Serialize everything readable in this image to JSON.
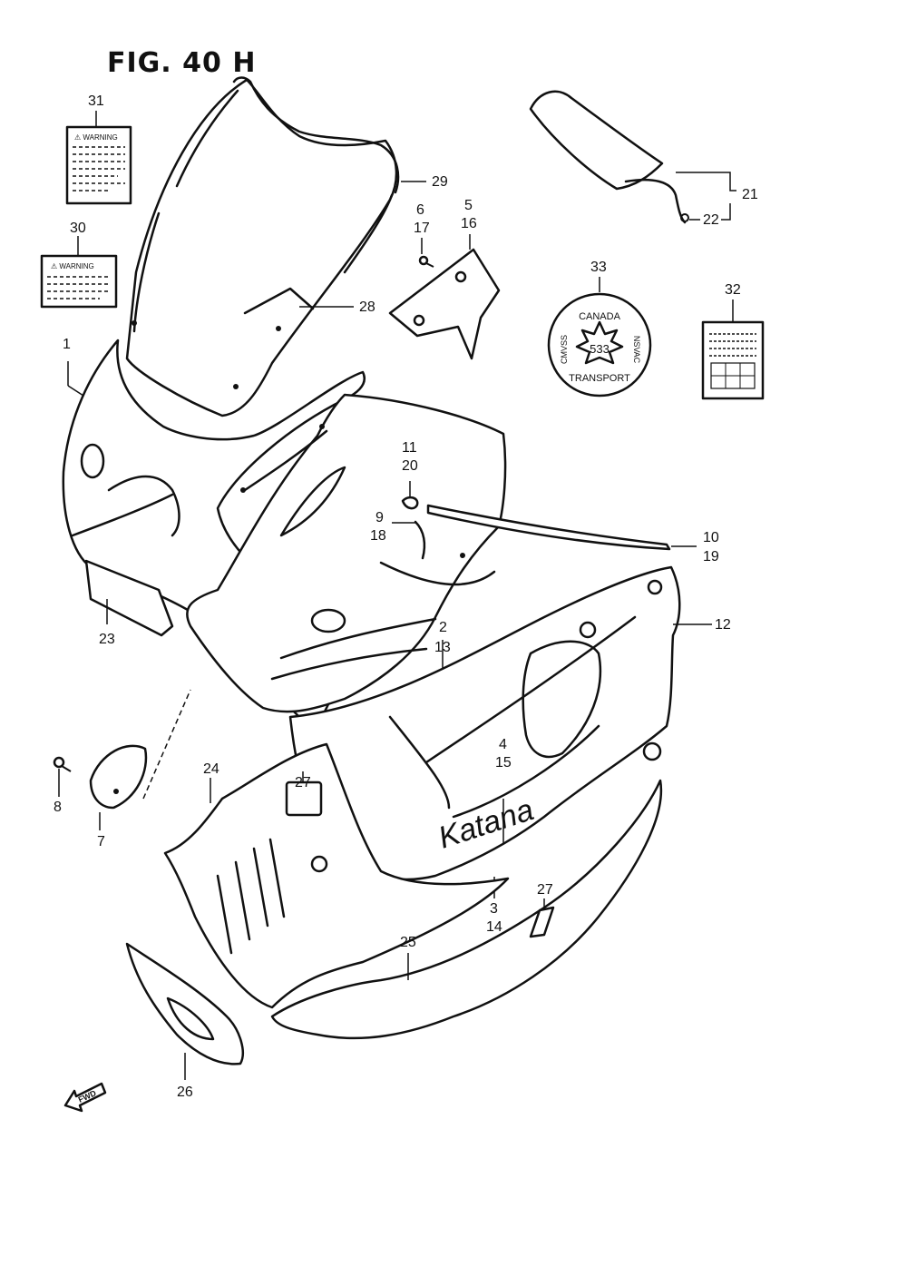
{
  "figure": {
    "title": "FIG. 40 H"
  },
  "callouts": {
    "c1": "1",
    "c2_13": [
      "2",
      "13"
    ],
    "c3_14": [
      "3",
      "14"
    ],
    "c4_15": [
      "4",
      "15"
    ],
    "c5_16": [
      "5",
      "16"
    ],
    "c6_17": [
      "6",
      "17"
    ],
    "c7": "7",
    "c8": "8",
    "c9_18": [
      "9",
      "18"
    ],
    "c10_19": [
      "10",
      "19"
    ],
    "c11_20": [
      "11",
      "20"
    ],
    "c12": "12",
    "c21": "21",
    "c22": "22",
    "c23": "23",
    "c24": "24",
    "c25": "25",
    "c26": "26",
    "c27a": "27",
    "c27b": "27",
    "c28": "28",
    "c29": "29",
    "c30": "30",
    "c31": "31",
    "c32": "32",
    "c33": "33"
  },
  "labels": {
    "warning_31": "⚠ WARNING",
    "warning_30": "⚠ WARNING",
    "seal": {
      "top": "CANADA",
      "bottom": "TRANSPORT",
      "left": "CMVSS",
      "right": "NSVAC",
      "center": "533"
    },
    "decal_script": "Katana",
    "fwd": "FWD"
  }
}
